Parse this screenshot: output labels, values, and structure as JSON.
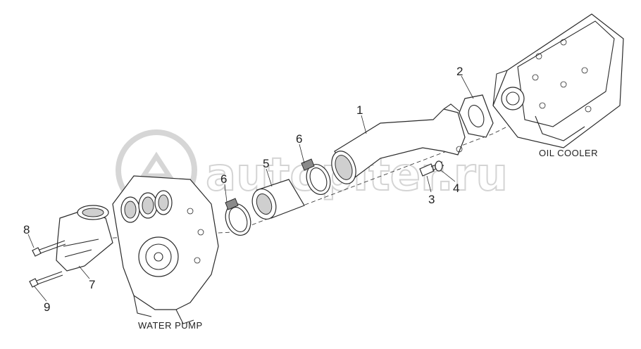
{
  "watermark": "autopiter.ru",
  "captions": {
    "oil_cooler": "OIL COOLER",
    "water_pump": "WATER PUMP"
  },
  "callouts": {
    "c1": "1",
    "c2": "2",
    "c3": "3",
    "c4": "4",
    "c5": "5",
    "c6a": "6",
    "c6b": "6",
    "c7": "7",
    "c8": "8",
    "c9": "9"
  }
}
